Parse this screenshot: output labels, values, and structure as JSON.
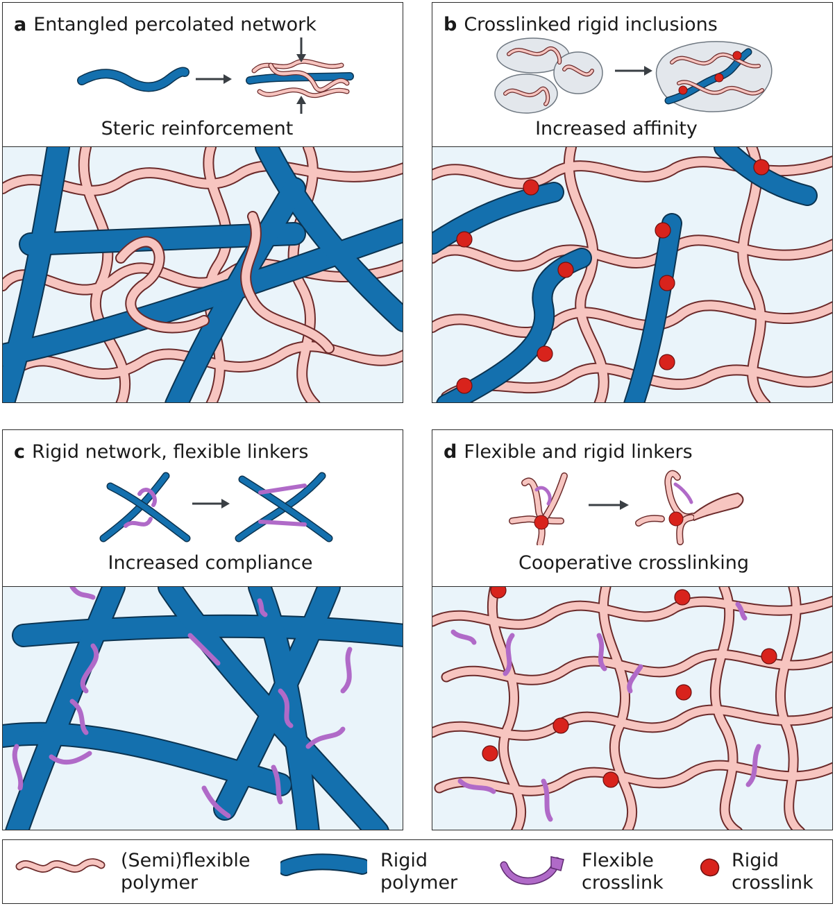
{
  "colors": {
    "semiflexible_fill": "#f7c5c0",
    "semiflexible_stroke": "#6b2a2a",
    "rigid_fill": "#1470ae",
    "rigid_stroke": "#0b3350",
    "flexible_crosslink": "#b06ac8",
    "rigid_crosslink": "#d8231c",
    "scene_background": "#eaf4fa",
    "arrow": "#3a3f44"
  },
  "panels": {
    "a": {
      "letter": "a",
      "title": "Entangled percolated network",
      "caption": "Steric reinforcement"
    },
    "b": {
      "letter": "b",
      "title": "Crosslinked rigid inclusions",
      "caption": "Increased affinity"
    },
    "c": {
      "letter": "c",
      "title": "Rigid network, flexible linkers",
      "caption": "Increased compliance"
    },
    "d": {
      "letter": "d",
      "title": "Flexible and rigid linkers",
      "caption": "Cooperative crosslinking"
    }
  },
  "legend": {
    "semiflexible": {
      "line1": "(Semi)flexible",
      "line2": "polymer",
      "icon": "semiflexible-polymer-icon"
    },
    "rigid": {
      "line1": "Rigid",
      "line2": "polymer",
      "icon": "rigid-polymer-icon"
    },
    "flexible_crosslink": {
      "line1": "Flexible",
      "line2": "crosslink",
      "icon": "flexible-crosslink-icon"
    },
    "rigid_crosslink": {
      "line1": "Rigid",
      "line2": "crosslink",
      "icon": "rigid-crosslink-icon"
    }
  }
}
